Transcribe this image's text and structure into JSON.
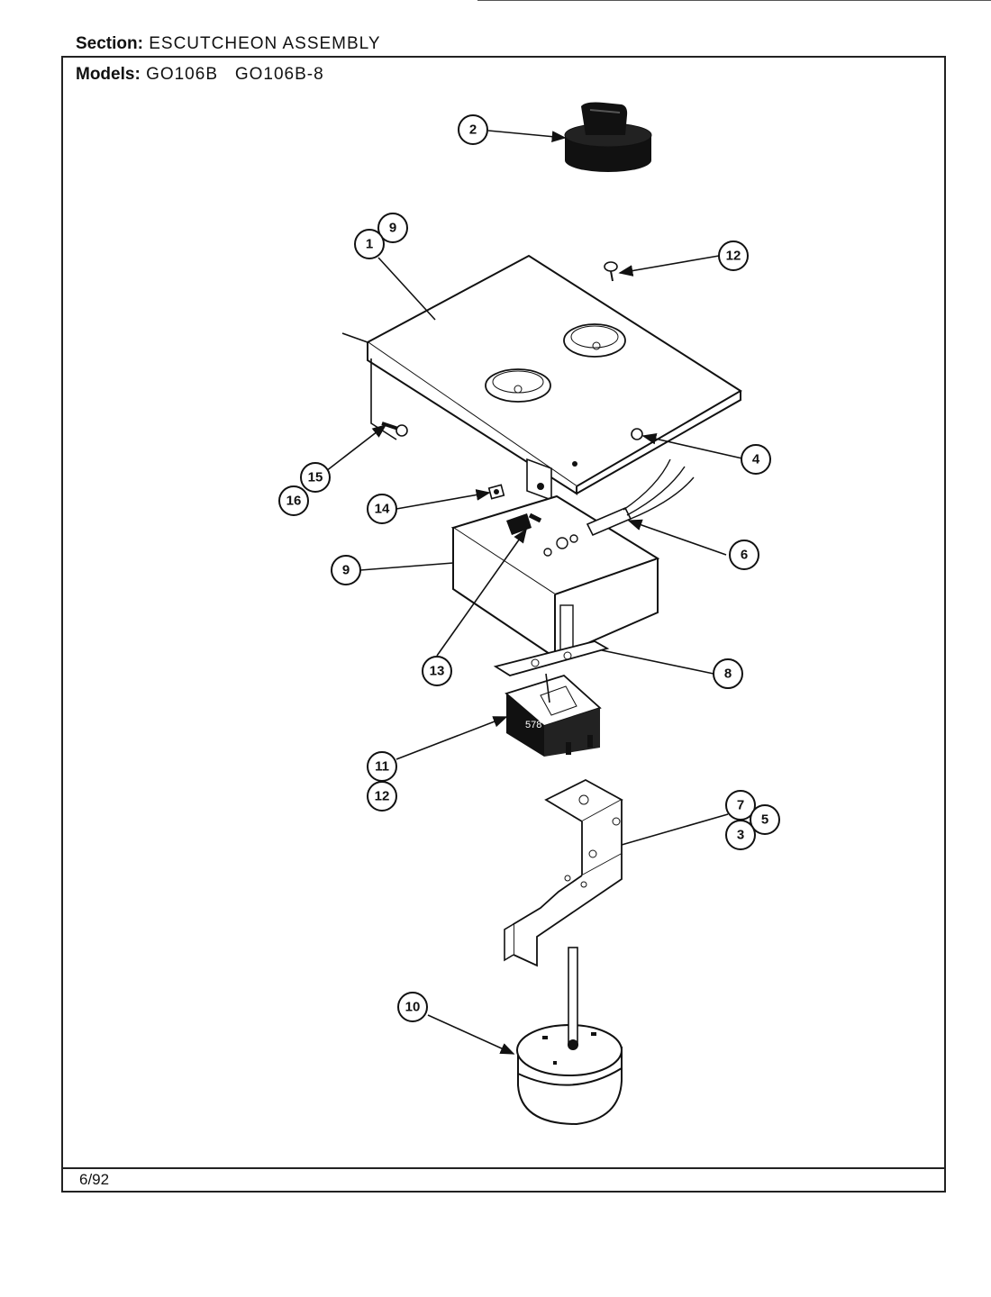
{
  "header": {
    "section_label": "Section:",
    "section_value": "ESCUTCHEON ASSEMBLY",
    "models_label": "Models:",
    "model_1": "GO106B",
    "model_2": "GO106B-8"
  },
  "footer": {
    "date": "6/92"
  },
  "callouts": {
    "c1": "1",
    "c2": "2",
    "c3": "3",
    "c4": "4",
    "c5": "5",
    "c6": "6",
    "c7": "7",
    "c8": "8",
    "c9a": "9",
    "c9b": "9",
    "c10": "10",
    "c11": "11",
    "c12a": "12",
    "c12b": "12",
    "c13": "13",
    "c14": "14",
    "c15": "15",
    "c16": "16"
  }
}
